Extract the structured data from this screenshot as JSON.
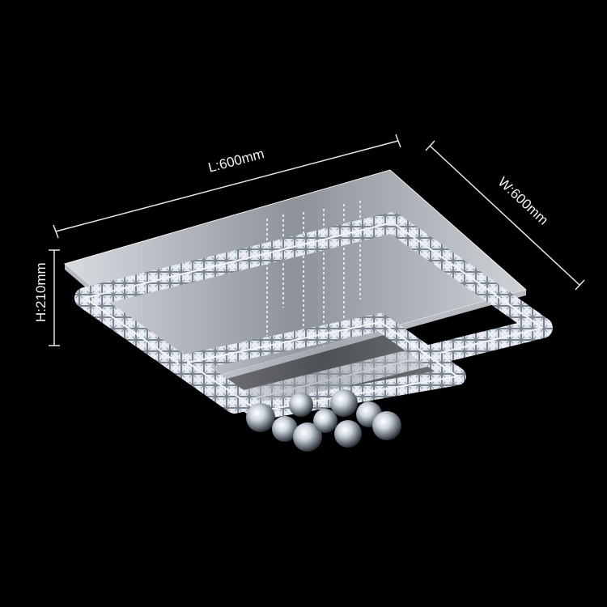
{
  "dimensions": {
    "length_label": "L:600mm",
    "width_label": "W:600mm",
    "height_label": "H:210mm"
  },
  "colors": {
    "background": "#000000",
    "dimension_lines": "#e8e8e8",
    "chrome": "#c9ccd2",
    "crystal": "#dfe5ee"
  }
}
